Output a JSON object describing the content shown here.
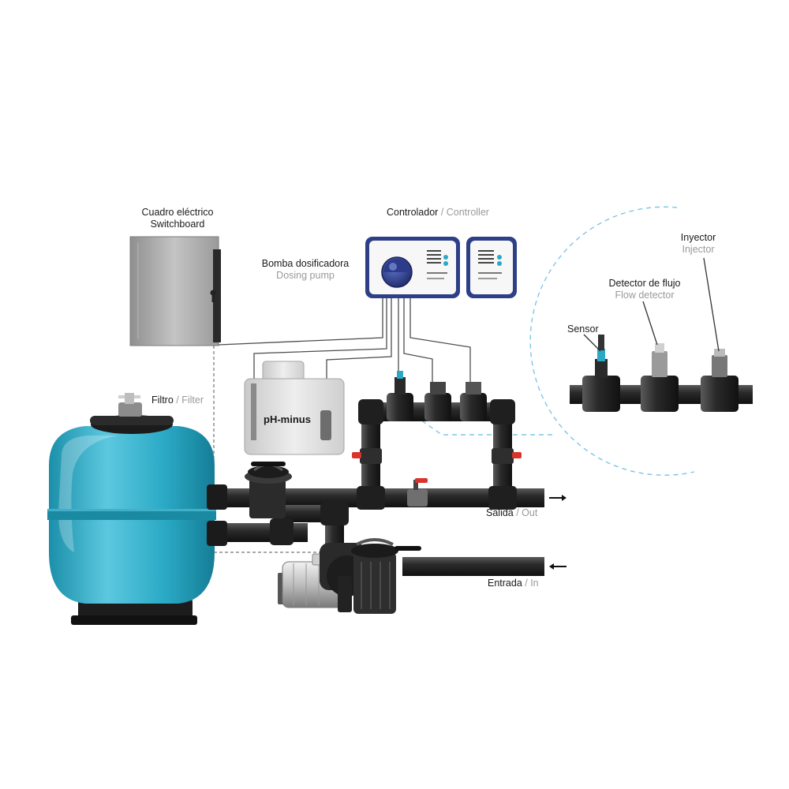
{
  "labels": {
    "switchboard": {
      "es": "Cuadro eléctrico",
      "en": "Switchboard"
    },
    "controller": {
      "es": "Controlador",
      "sep": " / ",
      "en": "Controller"
    },
    "dosing_pump": {
      "es": "Bomba dosificadora",
      "en": "Dosing pump"
    },
    "tank": {
      "text": "pH-minus"
    },
    "filter": {
      "es": "Filtro",
      "sep": " / ",
      "en": "Filter"
    },
    "outlet": {
      "es": "Salida",
      "sep": " / ",
      "en": "Out"
    },
    "inlet": {
      "es": "Entrada",
      "sep": " / ",
      "en": "In"
    },
    "sensor": {
      "text": "Sensor"
    },
    "flow_detector": {
      "es": "Detector de flujo",
      "en": "Flow detector"
    },
    "injector": {
      "es": "Inyector",
      "en": "Injector"
    }
  },
  "colors": {
    "filter_body": "#29a9c6",
    "pipe": "#2b2b2b",
    "controller_frame": "#2d3f86",
    "switchboard": "#a9a9a9",
    "tank": "#dcdcdc",
    "valve_red": "#d9342b",
    "detail_circle": "#7ec5e8"
  }
}
